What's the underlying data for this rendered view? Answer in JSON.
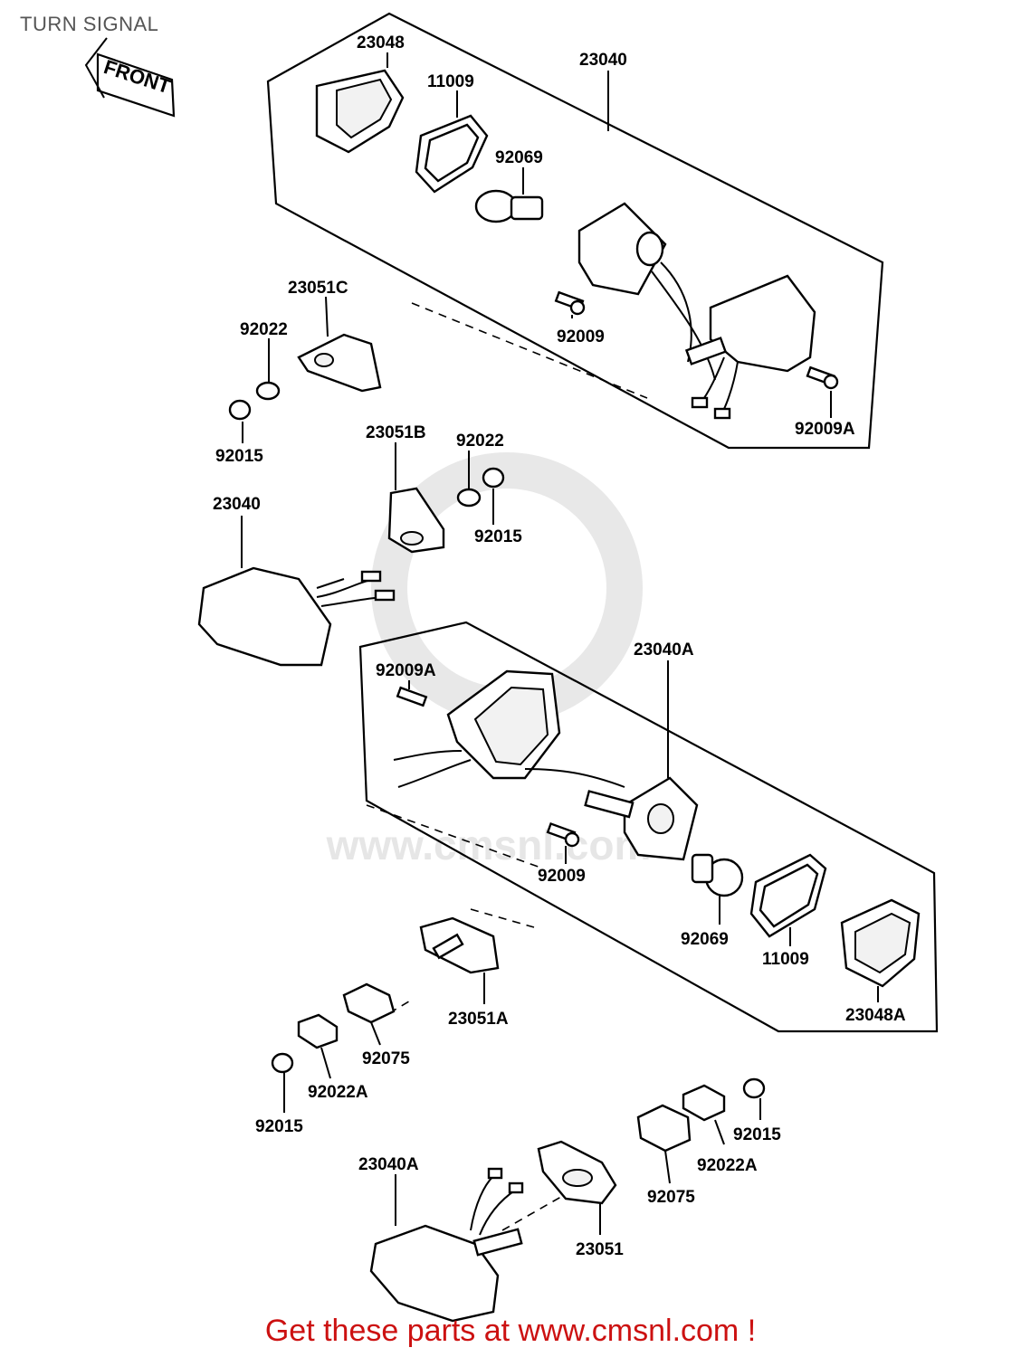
{
  "page_title": "TURN SIGNAL",
  "front_label": "FRONT",
  "footer": "Get these parts at www.cmsnl.com !",
  "watermark": "www.cmsnl.com",
  "colors": {
    "footer_text": "#cc1111",
    "title_text": "#555555",
    "line": "#000000"
  },
  "labels": {
    "p23048": "23048",
    "p11009_top": "11009",
    "p23040_top": "23040",
    "p92069_top": "92069",
    "p23051c": "23051C",
    "p92022_left": "92022",
    "p92009_top": "92009",
    "p92015_left": "92015",
    "p92009a_top": "92009A",
    "p23051b": "23051B",
    "p92022_mid": "92022",
    "p92015_mid": "92015",
    "p23040_mid": "23040",
    "p23040a_box": "23040A",
    "p92009a_mid": "92009A",
    "p92009_mid": "92009",
    "p92069_mid": "92069",
    "p11009_mid": "11009",
    "p23048a": "23048A",
    "p23051a": "23051A",
    "p92075_left": "92075",
    "p92022a_left": "92022A",
    "p92015_low_left": "92015",
    "p92015_low_right": "92015",
    "p92022a_right": "92022A",
    "p92075_right": "92075",
    "p23040a_bottom": "23040A",
    "p23051": "23051"
  }
}
